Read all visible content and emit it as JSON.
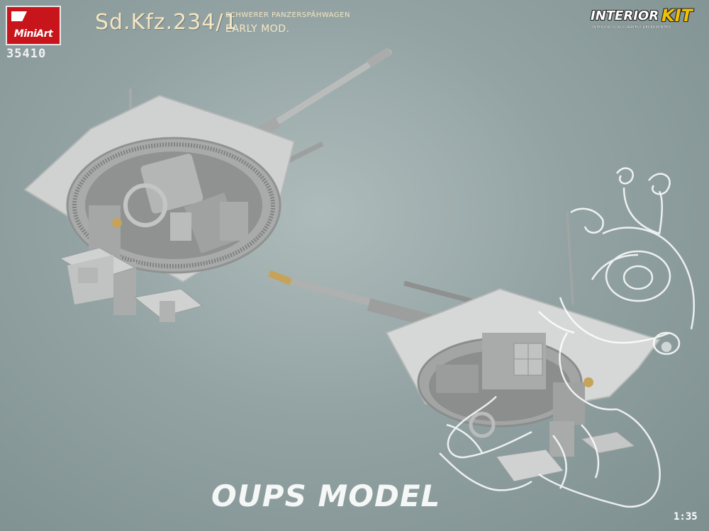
{
  "brand": {
    "logo_text": "MiniArt",
    "kit_number": "35410"
  },
  "header": {
    "title": "Sd.Kfz.234/1",
    "subtitle_line1": "SCHWERER PANZERSPÄHWAGEN",
    "subtitle_line2": "EARLY MOD."
  },
  "badge": {
    "interior_label": "INTERIOR",
    "kit_label": "KIT",
    "sub_text": "INTERIOR IS ACCURATELY REPRESENTED"
  },
  "watermark": {
    "text": "OUPS MODEL"
  },
  "footer": {
    "scale": "1:35"
  },
  "colors": {
    "background": "#93a3a3",
    "model_grey": "#c9cccb",
    "logo_red": "#c8141b",
    "title_cream": "#f4e6c3",
    "kit_yellow": "#f2c200"
  }
}
